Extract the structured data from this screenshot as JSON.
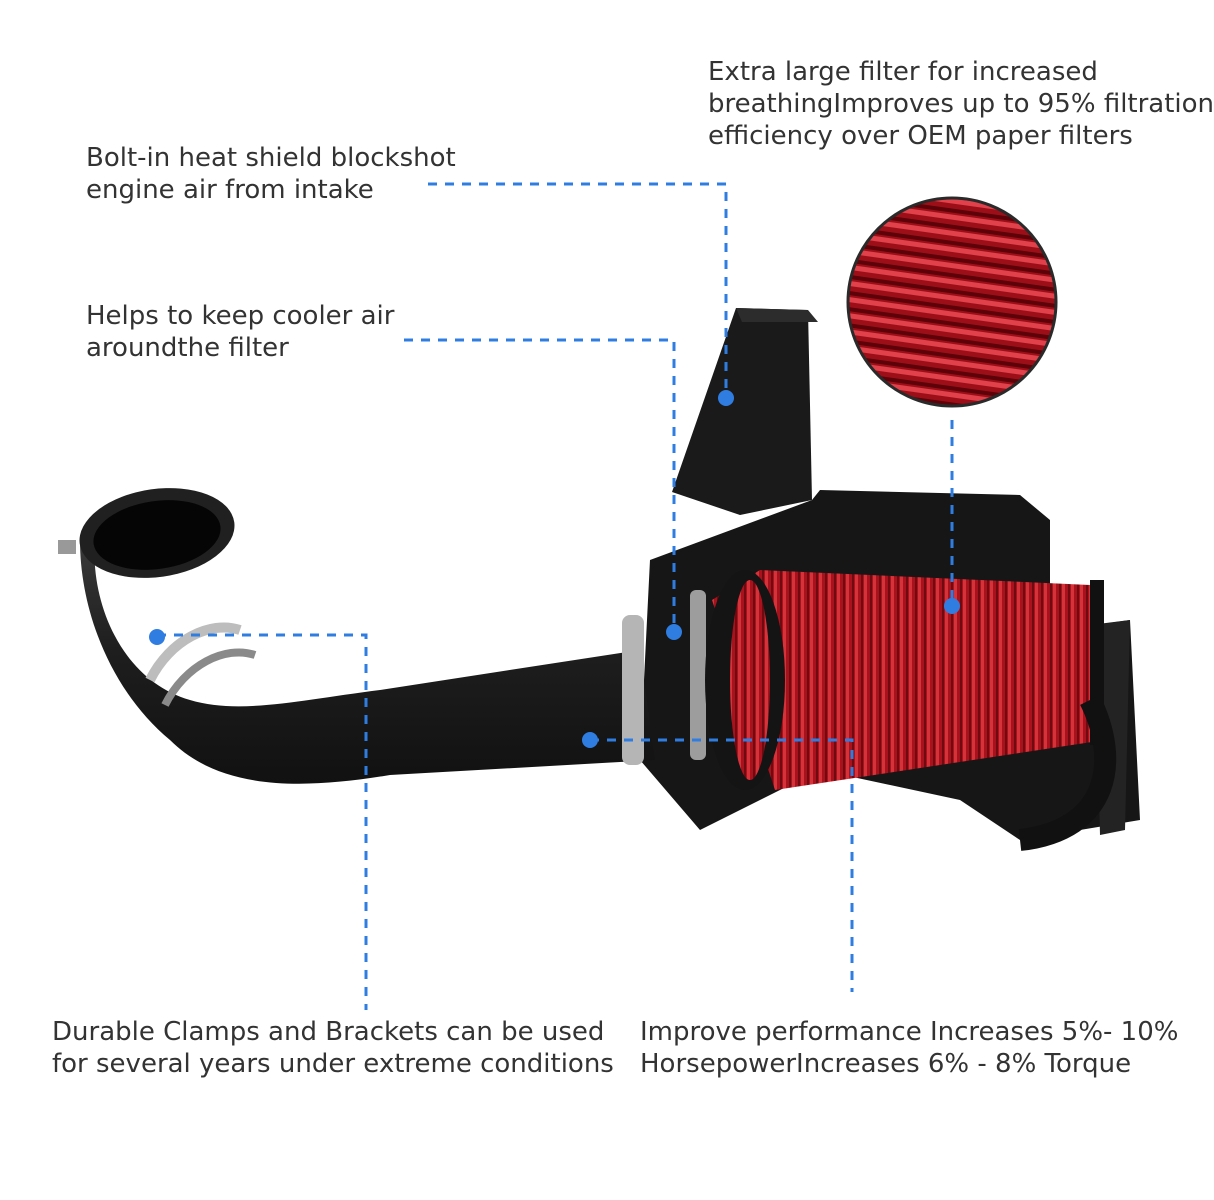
{
  "accent_color": "#2f7de1",
  "filter_color": "#b3141e",
  "product_color": "#1c1c1c",
  "callouts": {
    "heat_shield": {
      "line1": "Bolt-in heat shield blockshot",
      "line2": "engine air from intake"
    },
    "cooler_air": {
      "line1": "Helps to keep cooler air",
      "line2": "aroundthe filter"
    },
    "large_filter": {
      "line1": "Extra large filter for increased",
      "line2": "breathingImproves up to 95% filtration",
      "line3": "efficiency over OEM paper filters"
    },
    "clamps": {
      "line1": "Durable Clamps and Brackets can be used",
      "line2": "for several years under extreme conditions"
    },
    "performance": {
      "line1": "Improve performance Increases 5%- 10%",
      "line2": "HorsepowerIncreases 6% - 8% Torque"
    }
  }
}
